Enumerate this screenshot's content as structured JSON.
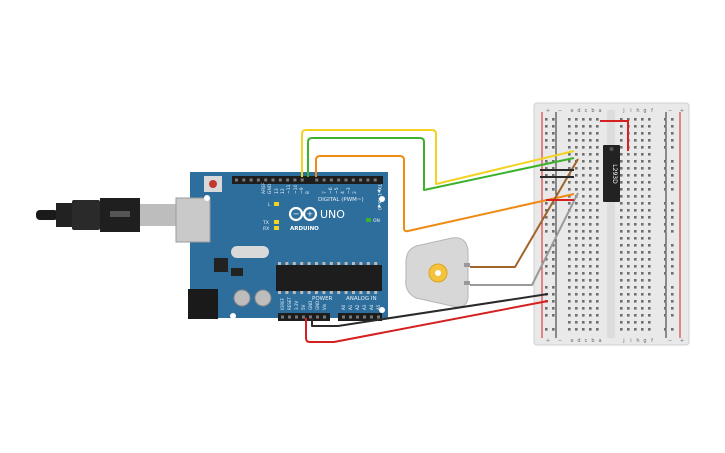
{
  "arduino": {
    "brand": "ARDUINO",
    "model": "UNO",
    "digital_header_label": "DIGITAL (PWM~)",
    "power_header_label": "POWER",
    "analog_header_label": "ANALOG IN",
    "on_label": "ON",
    "l_label": "L",
    "tx_label": "TX",
    "rx_label": "RX",
    "tx_rx_pins_label": "TX▶1 RX◀0",
    "aref_label": "AREF",
    "gnd_label": "GND",
    "digital_pins": [
      "13",
      "12",
      "~11",
      "~10",
      "~9",
      "8",
      "7",
      "~6",
      "~5",
      "4",
      "~3",
      "2"
    ],
    "power_pins": [
      "IOREF",
      "RESET",
      "3.3V",
      "5V",
      "GND",
      "GND",
      "Vin"
    ],
    "analog_pins": [
      "A0",
      "A1",
      "A2",
      "A3",
      "A4",
      "A5"
    ]
  },
  "chip": {
    "label": "L293D"
  },
  "breadboard": {
    "column_letters_left": [
      "a",
      "b",
      "c",
      "d",
      "e"
    ],
    "column_letters_right": [
      "f",
      "g",
      "h",
      "i",
      "j"
    ],
    "rail_symbols": [
      "+",
      "−"
    ]
  },
  "wire_colors": {
    "yellow": "#f2d321",
    "green": "#3cb22c",
    "orange": "#ef8a12",
    "brown": "#a0642a",
    "gray": "#9a9a9a",
    "black": "#2a2a2a",
    "red": "#d62020"
  },
  "colors": {
    "board_blue": "#2d6e9c",
    "breadboard_body": "#e8e8e8",
    "chip_body": "#222222",
    "motor_body": "#d7d7d7",
    "motor_hub": "#f5c23c"
  }
}
